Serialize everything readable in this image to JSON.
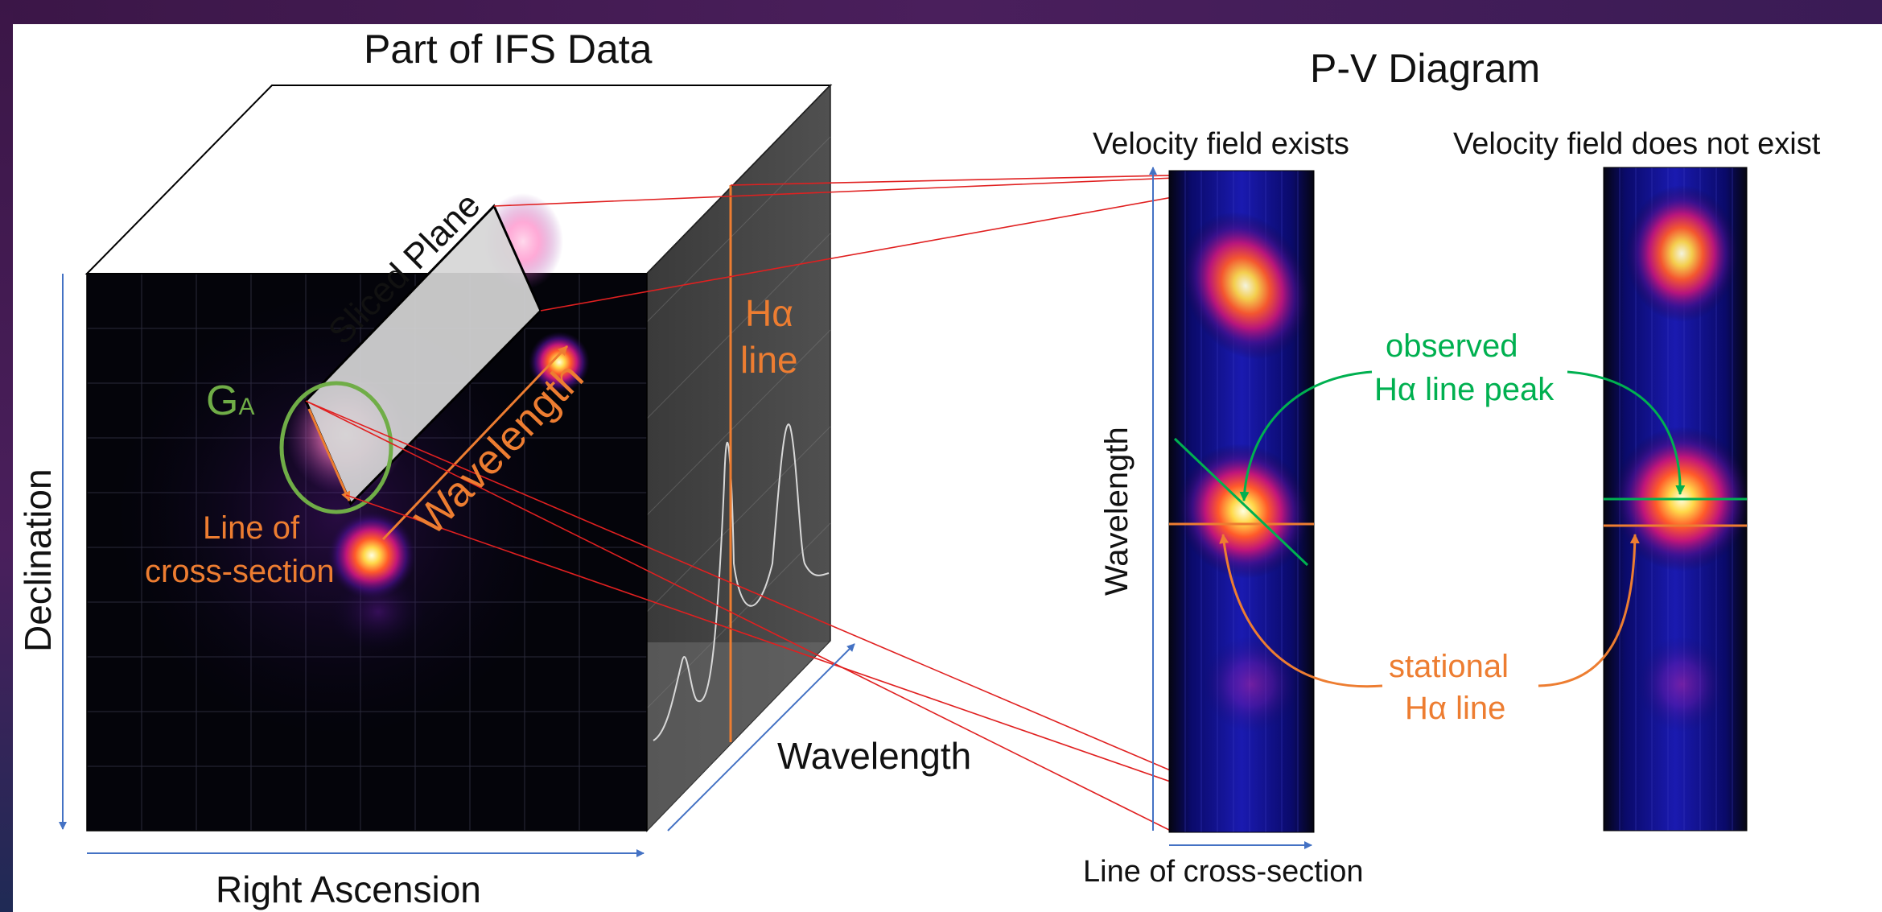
{
  "cube": {
    "title": "Part of IFS Data",
    "sliced_plane": "Sliced Plane",
    "galaxy_prefix": "G",
    "galaxy_sub": "A",
    "wavelength_diagonal": "Wavelength",
    "line_of_cross_section": [
      "Line of",
      "cross-section"
    ],
    "halpha_line": [
      "Hα",
      "line"
    ],
    "axis_x": "Right Ascension",
    "axis_y": "Declination",
    "axis_z": "Wavelength"
  },
  "pv": {
    "title": "P-V Diagram",
    "panel_left_title": "Velocity field exists",
    "panel_right_title": "Velocity field does not exist",
    "axis_y": "Wavelength",
    "axis_x": "Line of cross-section",
    "observed_peak": [
      "observed",
      "Hα line peak"
    ],
    "stational_line": [
      "stational",
      "Hα line"
    ]
  },
  "colors": {
    "orange": "#ed7d31",
    "green": "#00b050",
    "light_green": "#70ad47",
    "red_projection": "#e02020",
    "axis_blue": "#4472c4",
    "frame_purple": "#4a1f5c"
  }
}
